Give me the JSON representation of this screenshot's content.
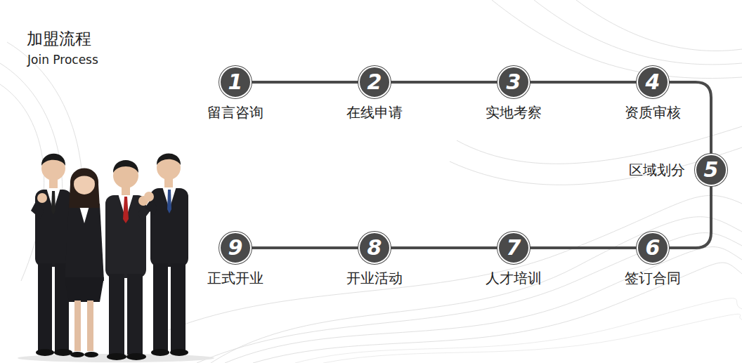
{
  "diagram": {
    "title": "加盟流程",
    "nodes": [
      {
        "text": [
          "1",
          "留言咨询"
        ]
      },
      {
        "text": [
          "2",
          "在线申请"
        ]
      },
      {
        "text": [
          "3",
          "实地考察"
        ]
      },
      {
        "text": [
          "4",
          "资质审核"
        ]
      },
      {
        "text": [
          "5",
          "区域划分"
        ]
      },
      {
        "text": [
          "6",
          "签订合同"
        ]
      },
      {
        "text": [
          "7",
          "人才培训"
        ]
      },
      {
        "text": [
          "8",
          "开业活动"
        ]
      },
      {
        "text": [
          "9",
          "正式开业"
        ]
      }
    ],
    "edges": [
      {
        "from": 0,
        "to": 1,
        "arrow": "none"
      },
      {
        "from": 1,
        "to": 2,
        "arrow": "none"
      },
      {
        "from": 2,
        "to": 3,
        "arrow": "none"
      },
      {
        "from": 3,
        "to": 4,
        "arrow": "none"
      },
      {
        "from": 4,
        "to": 5,
        "arrow": "none"
      },
      {
        "from": 5,
        "to": 6,
        "arrow": "none"
      },
      {
        "from": 6,
        "to": 7,
        "arrow": "none"
      },
      {
        "from": 7,
        "to": 8,
        "arrow": "none"
      }
    ],
    "labels": [
      "Join Process"
    ]
  }
}
